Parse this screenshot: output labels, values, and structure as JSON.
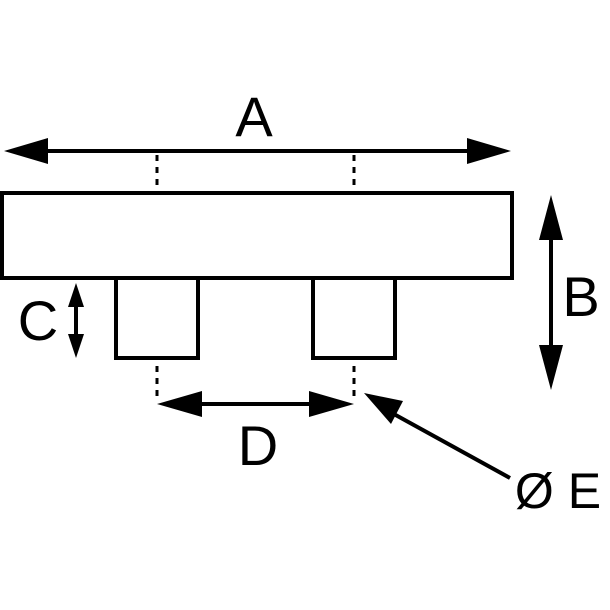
{
  "diagram": {
    "labels": {
      "a": "A",
      "b": "B",
      "c": "C",
      "d": "D",
      "e": "Ø E"
    },
    "colors": {
      "ink": "#000000",
      "background": "#ffffff"
    }
  }
}
